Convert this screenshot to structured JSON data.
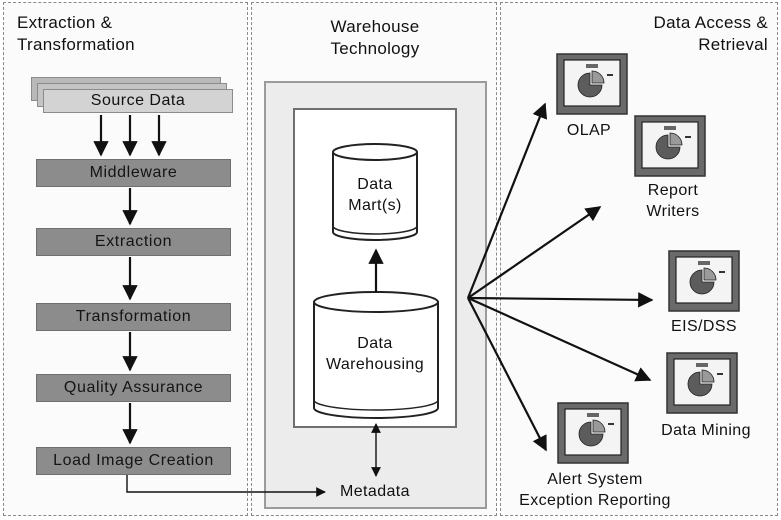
{
  "panels": {
    "left_title": "Extraction &\nTransformation",
    "middle_title": "Warehouse\nTechnology",
    "right_title": "Data Access &\nRetrieval"
  },
  "source_data": "Source Data",
  "steps": [
    "Middleware",
    "Extraction",
    "Transformation",
    "Quality Assurance",
    "Load Image Creation"
  ],
  "warehouse": {
    "data_mart": "Data\nMart(s)",
    "data_warehousing": "Data\nWarehousing",
    "metadata": "Metadata"
  },
  "outputs": {
    "olap": "OLAP",
    "report_writers": "Report\nWriters",
    "eis_dss": "EIS/DSS",
    "data_mining": "Data Mining",
    "alert_system": "Alert System\nException Reporting"
  },
  "icons": {
    "tool": "pie-chart-monitor-icon"
  },
  "colors": {
    "step_fill": "#8c8c8c",
    "source_fill": "#cfcfcf",
    "monitor_frame": "#6a6a6a"
  }
}
